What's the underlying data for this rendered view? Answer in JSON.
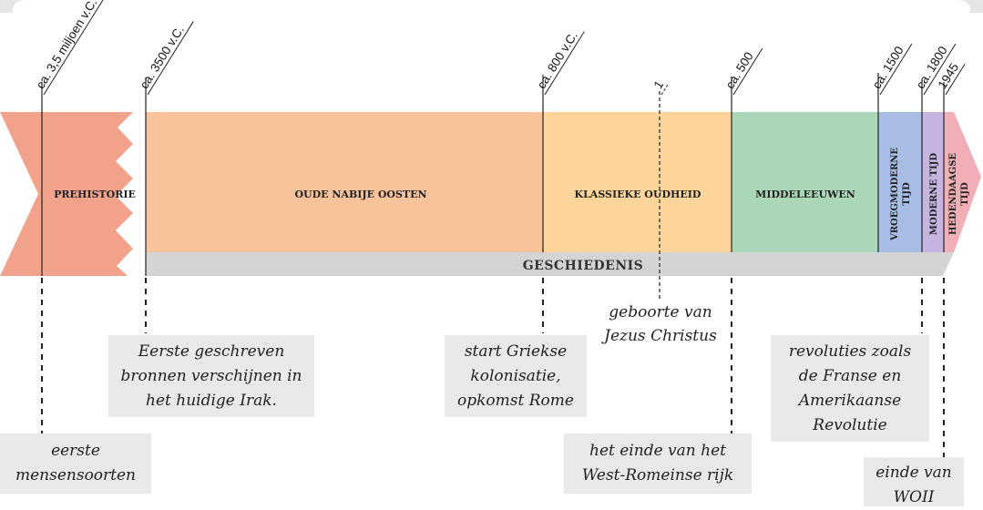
{
  "periods": {
    "prehistorie": "PREHISTORIE",
    "oude_nabije_oosten": "OUDE NABIJE OOSTEN",
    "klassieke_oudheid": "KLASSIEKE OUDHEID",
    "middeleeuwen": "MIDDELEEUWEN",
    "vroegmoderne_line1": "VROEGMODERNE",
    "vroegmoderne_line2": "TIJD",
    "moderne": "MODERNE TIJD",
    "hedendaagse_line1": "HEDENDAAGSE",
    "hedendaagse_line2": "TIJD"
  },
  "band": {
    "label": "GESCHIEDENIS"
  },
  "dates": {
    "d1": "ca. 3,5 miljoen v.C.",
    "d2": "ca. 3500 v.C.",
    "d3": "ca. 800 v.C.",
    "d4": "1",
    "d5": "ca. 500",
    "d6": "ca. 1500",
    "d7": "ca. 1800",
    "d8": "1945"
  },
  "notes": {
    "eerste_mensen": "eerste mensensoorten",
    "eerste_bronnen": "Eerste geschreven bronnen verschijnen in het huidige Irak.",
    "griekse": "start Griekse kolonisatie, opkomst Rome",
    "jezus": "geboorte van Jezus Christus",
    "romeinse": "het einde van het West-Romeinse rijk",
    "revoluties": "revoluties zoals de Franse en Amerikaanse Revolutie",
    "woii": "einde van WOII"
  },
  "colors": {
    "prehistorie": "#f2a18a",
    "oude_nabije_oosten": "#f8c29a",
    "klassieke_oudheid": "#fdd49a",
    "middeleeuwen": "#a9d7b8",
    "vroegmoderne": "#a8bde6",
    "moderne": "#c5b3e0",
    "hedendaagse": "#f2aeb6",
    "band": "#d4d4d4",
    "note_bg": "#e9e9e9"
  }
}
